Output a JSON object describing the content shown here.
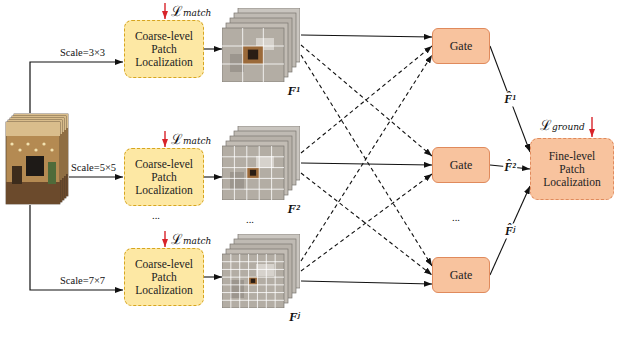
{
  "diagram": {
    "nodes": [
      {
        "text": [
          "Coarse-level Patch Localization"
        ]
      },
      {
        "text": [
          "Coarse-level Patch Localization"
        ]
      },
      {
        "text": [
          "Coarse-level Patch Localization"
        ]
      },
      {
        "text": [
          "F¹"
        ]
      },
      {
        "text": [
          "F²"
        ]
      },
      {
        "text": [
          "Fʲ"
        ]
      },
      {
        "text": [
          "Gate"
        ]
      },
      {
        "text": [
          "Gate"
        ]
      },
      {
        "text": [
          "Gate"
        ]
      },
      {
        "text": [
          "Fine-level Patch Localization"
        ]
      }
    ],
    "edges": [
      {
        "from": 0,
        "to": 3,
        "arrow": "to"
      },
      {
        "from": 1,
        "to": 4,
        "arrow": "to"
      },
      {
        "from": 2,
        "to": 5,
        "arrow": "to"
      },
      {
        "from": 3,
        "to": 6,
        "arrow": "to"
      },
      {
        "from": 3,
        "to": 7,
        "arrow": "to"
      },
      {
        "from": 3,
        "to": 8,
        "arrow": "to"
      },
      {
        "from": 4,
        "to": 6,
        "arrow": "to"
      },
      {
        "from": 4,
        "to": 7,
        "arrow": "to"
      },
      {
        "from": 4,
        "to": 8,
        "arrow": "to"
      },
      {
        "from": 5,
        "to": 6,
        "arrow": "to"
      },
      {
        "from": 5,
        "to": 7,
        "arrow": "to"
      },
      {
        "from": 5,
        "to": 8,
        "arrow": "to"
      },
      {
        "from": 6,
        "to": 9,
        "arrow": "to",
        "label": "F̂¹"
      },
      {
        "from": 7,
        "to": 9,
        "arrow": "to",
        "label": "F̂²"
      },
      {
        "from": 8,
        "to": 9,
        "arrow": "to",
        "label": "F̂ʲ"
      }
    ],
    "labels": [
      "Scale=3×3",
      "ℒmatch",
      "Scale=5×5",
      "ℒmatch",
      "...",
      "Scale=7×7",
      "ℒmatch",
      "...",
      "...",
      "ℒground"
    ]
  }
}
